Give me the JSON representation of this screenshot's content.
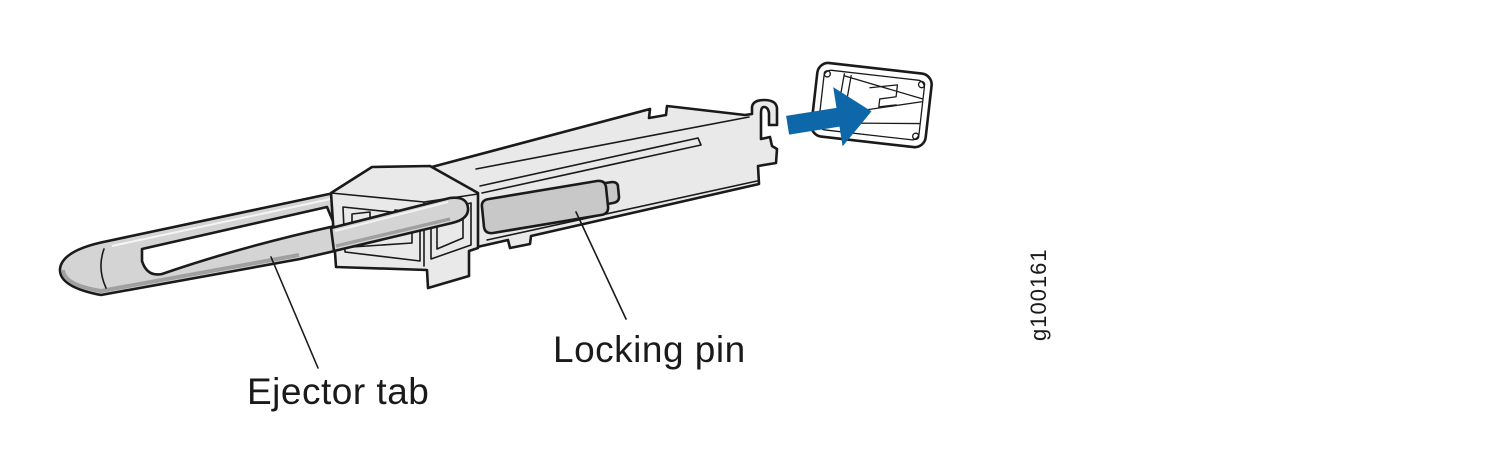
{
  "figure": {
    "id": "g100161",
    "description": "Technical illustration of a QSFP transceiver module with ejector tab being inserted toward a dust cover",
    "labels": {
      "ejector_tab": "Ejector tab",
      "locking_pin": "Locking pin"
    },
    "colors": {
      "background": "#ffffff",
      "outline": "#1a1a1a",
      "body_gray": "#e9e9e9",
      "bail_gray": "#d4d4d4",
      "bail_shadow": "#a0a0a0",
      "panel_gray": "#c8c8c8",
      "recess_white": "#ffffff",
      "arrow_blue": "#0e67a8"
    }
  }
}
